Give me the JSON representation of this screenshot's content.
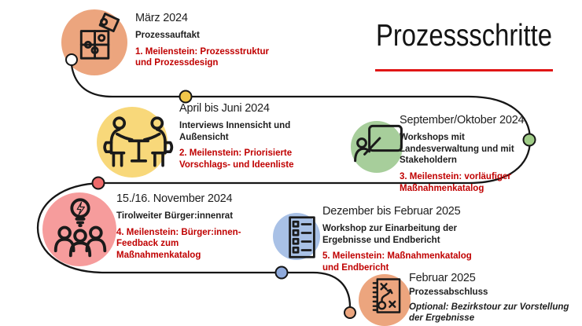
{
  "title": {
    "text": "Prozessschritte"
  },
  "colors": {
    "timeline_line": "#161616",
    "milestone_red": "#c00000",
    "title_underline_red": "#e01515",
    "text_dark": "#1d1d1d"
  },
  "steps": [
    {
      "date": "März 2024",
      "label": "Prozessauftakt",
      "milestone": "1. Meilenstein: Prozessstruktur\nund Prozessdesign",
      "icon": "puzzle-icon",
      "circle_color": "#eca57e",
      "node_color": "#ffffff"
    },
    {
      "date": "April bis Juni 2024",
      "label": "Interviews Innensicht und\nAußensicht",
      "milestone": "2. Meilenstein: Priorisierte\nVorschlags- und Ideenliste",
      "icon": "interview-icon",
      "circle_color": "#f8d87a",
      "node_color": "#f0c64a"
    },
    {
      "date": "September/Oktober 2024",
      "label": "Workshops mit\nLandesverwaltung und mit\nStakeholdern",
      "milestone": "3. Meilenstein: vorläufiger\nMaßnahmenkatalog",
      "icon": "presentation-icon",
      "circle_color": "#a7ce9b",
      "node_color": "#9fcc86"
    },
    {
      "date": "15./16. November 2024",
      "label": "Tirolweiter Bürger:innenrat",
      "milestone": "4. Meilenstein: Bürger:innen-\nFeedback zum\nMaßnahmenkatalog",
      "icon": "citizens-council-icon",
      "circle_color": "#f69c9c",
      "node_color": "#ee6a6a"
    },
    {
      "date": "Dezember bis Februar 2025",
      "label": "Workshop zur Einarbeitung der\nErgebnisse und Endbericht",
      "milestone": "5. Meilenstein: Maßnahmenkatalog\nund Endbericht",
      "icon": "checklist-icon",
      "circle_color": "#a9c1e6",
      "node_color": "#8faadc"
    },
    {
      "date": "Februar 2025",
      "label": "Prozessabschluss",
      "milestone": "Optional: Bezirkstour zur Vorstellung\nder Ergebnisse",
      "icon": "strategy-icon",
      "circle_color": "#eca57e",
      "node_color": "#eca57e"
    }
  ]
}
